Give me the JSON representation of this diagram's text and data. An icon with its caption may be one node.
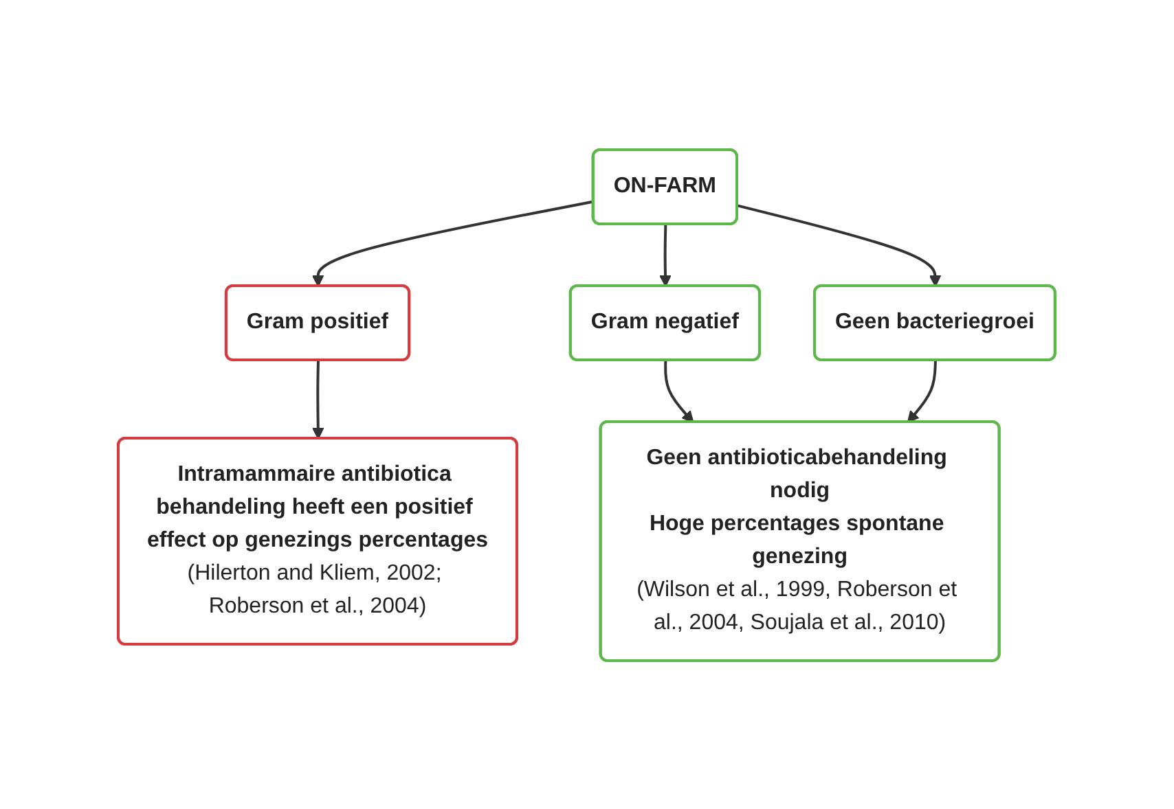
{
  "diagram": {
    "nodes": [
      {
        "text": [
          "ON-FARM"
        ]
      },
      {
        "text": [
          "Gram positief"
        ]
      },
      {
        "text": [
          "Gram negatief"
        ]
      },
      {
        "text": [
          "Geen bacteriegroei"
        ]
      },
      {
        "text": [
          "Intramammaire antibiotica behandeling heeft een positief effect op genezings percentages",
          "(Hilerton and Kliem, 2002; Roberson et al., 2004)"
        ]
      },
      {
        "text": [
          "Geen antibioticabehandeling nodig",
          "Hoge percentages spontane genezing",
          "(Wilson et al., 1999, Roberson et al., 2004, Soujala et al., 2010)"
        ]
      }
    ],
    "edges": [
      {
        "from": 0,
        "to": 1,
        "arrow": "to"
      },
      {
        "from": 0,
        "to": 2,
        "arrow": "to"
      },
      {
        "from": 0,
        "to": 3,
        "arrow": "to"
      },
      {
        "from": 1,
        "to": 4,
        "arrow": "to"
      },
      {
        "from": 2,
        "to": 5,
        "arrow": "to"
      },
      {
        "from": 3,
        "to": 5,
        "arrow": "to"
      }
    ]
  }
}
